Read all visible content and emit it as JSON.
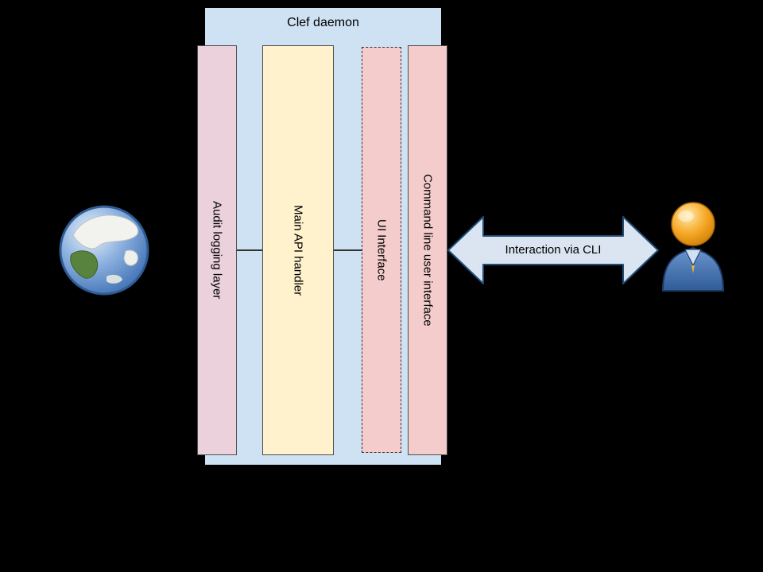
{
  "diagram": {
    "background_color": "#000000",
    "container": {
      "title": "Clef daemon",
      "color": "#cfe2f3"
    },
    "bars": [
      {
        "label": "Audit logging layer",
        "color": "#ead1dc",
        "border": "solid"
      },
      {
        "label": "Main API handler",
        "color": "#fff2cc",
        "border": "solid"
      },
      {
        "label": "UI Interface",
        "color": "#f4cccc",
        "border": "dashed"
      },
      {
        "label": "Command line user interface",
        "color": "#f4cccc",
        "border": "solid"
      }
    ],
    "arrow": {
      "label": "Interaction via CLI",
      "fill": "#dbe5f1",
      "stroke": "#1f4e79"
    },
    "icons": {
      "left": "globe-icon",
      "right": "user-icon"
    }
  }
}
